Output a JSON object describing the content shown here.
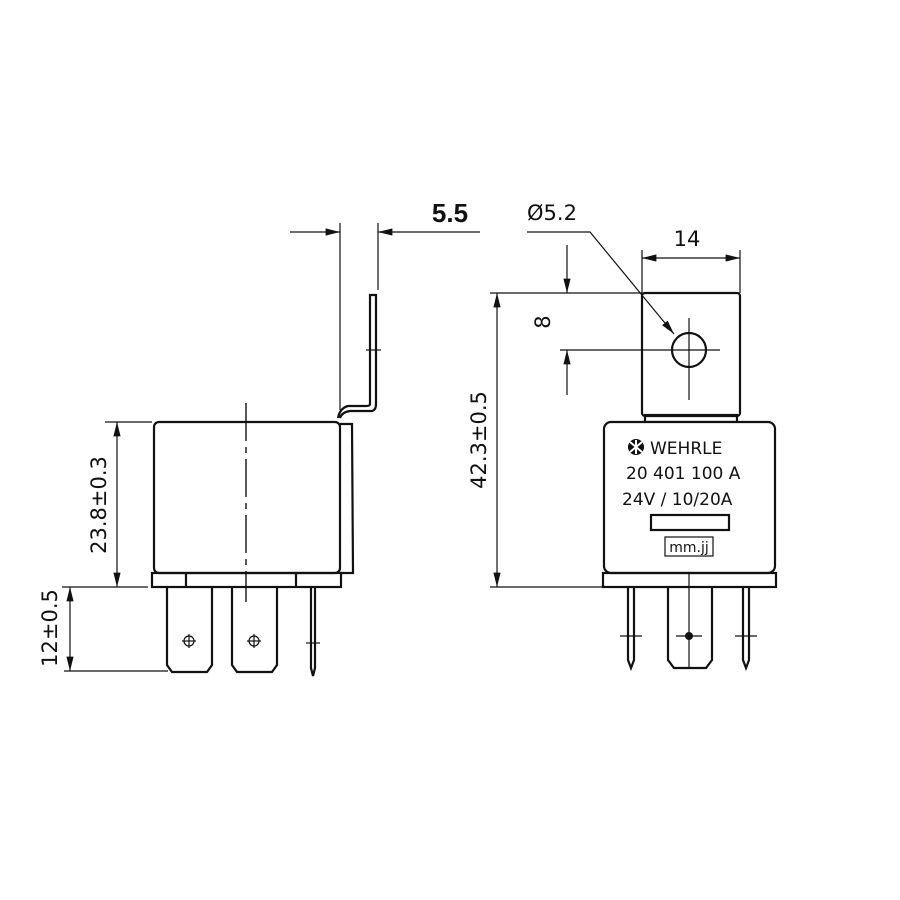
{
  "title": "Relay dimension drawing",
  "dimensions": {
    "bracket_offset": "5.5",
    "hole_diameter": "Ø5.2",
    "tab_width": "14",
    "hole_height": "8",
    "overall_height": "42.3±0.5",
    "body_height": "23.8±0.3",
    "pin_length": "12±0.5"
  },
  "label": {
    "brand": "WEHRLE",
    "part_number": "20 401 100 A",
    "rating": "24V / 10/20A",
    "date_code": "mm.jj"
  },
  "colors": {
    "line": "#111111",
    "background": "#ffffff"
  }
}
